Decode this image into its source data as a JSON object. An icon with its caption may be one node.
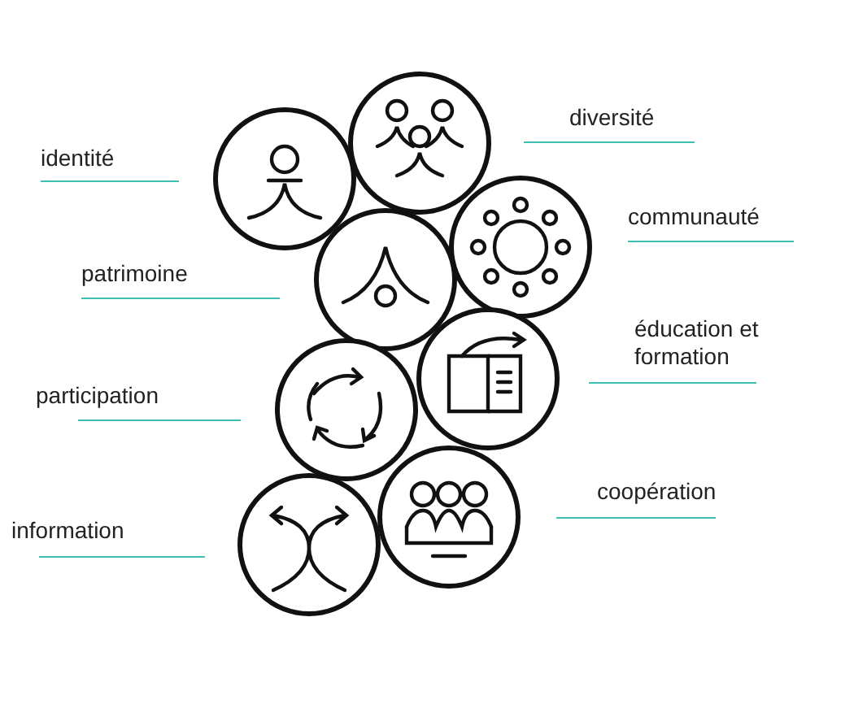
{
  "diagram": {
    "nodes": [
      {
        "text": [],
        "shape": "circle"
      },
      {
        "text": [],
        "shape": "circle"
      },
      {
        "text": [],
        "shape": "circle"
      },
      {
        "text": [],
        "shape": "circle"
      },
      {
        "text": [],
        "shape": "circle"
      },
      {
        "text": [],
        "shape": "circle"
      },
      {
        "text": [],
        "shape": "circle"
      },
      {
        "text": [],
        "shape": "circle"
      }
    ],
    "edges": [],
    "labels": [
      "diversité",
      "identité",
      "communauté",
      "patrimoine",
      "éducation et formation",
      "participation",
      "coopération",
      "information"
    ]
  }
}
